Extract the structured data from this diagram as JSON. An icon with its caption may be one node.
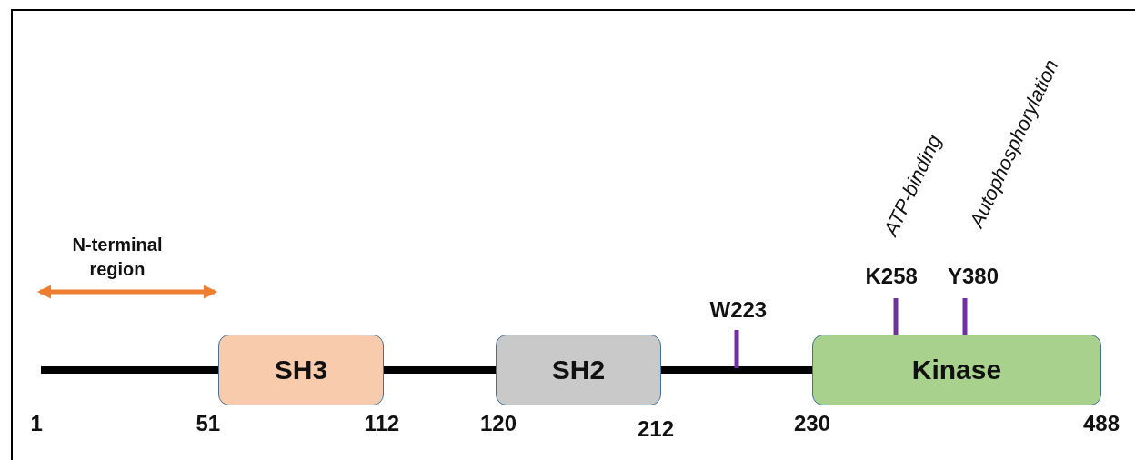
{
  "diagram": {
    "nodes": [
      {
        "text": [
          "SH3"
        ]
      },
      {
        "text": [
          "SH2"
        ]
      },
      {
        "text": [
          "Kinase"
        ]
      }
    ],
    "edges": [
      {
        "from": null,
        "to": 0,
        "arrow": "none"
      },
      {
        "from": 0,
        "to": 1,
        "arrow": "none"
      },
      {
        "from": 1,
        "to": 2,
        "arrow": "none"
      }
    ],
    "labels": [
      "Autophosphorylation",
      "ATP-binding",
      "N-terminal region",
      "K258",
      "Y380",
      "W223",
      "1",
      "51",
      "112",
      "120",
      "212",
      "230",
      "488"
    ]
  }
}
